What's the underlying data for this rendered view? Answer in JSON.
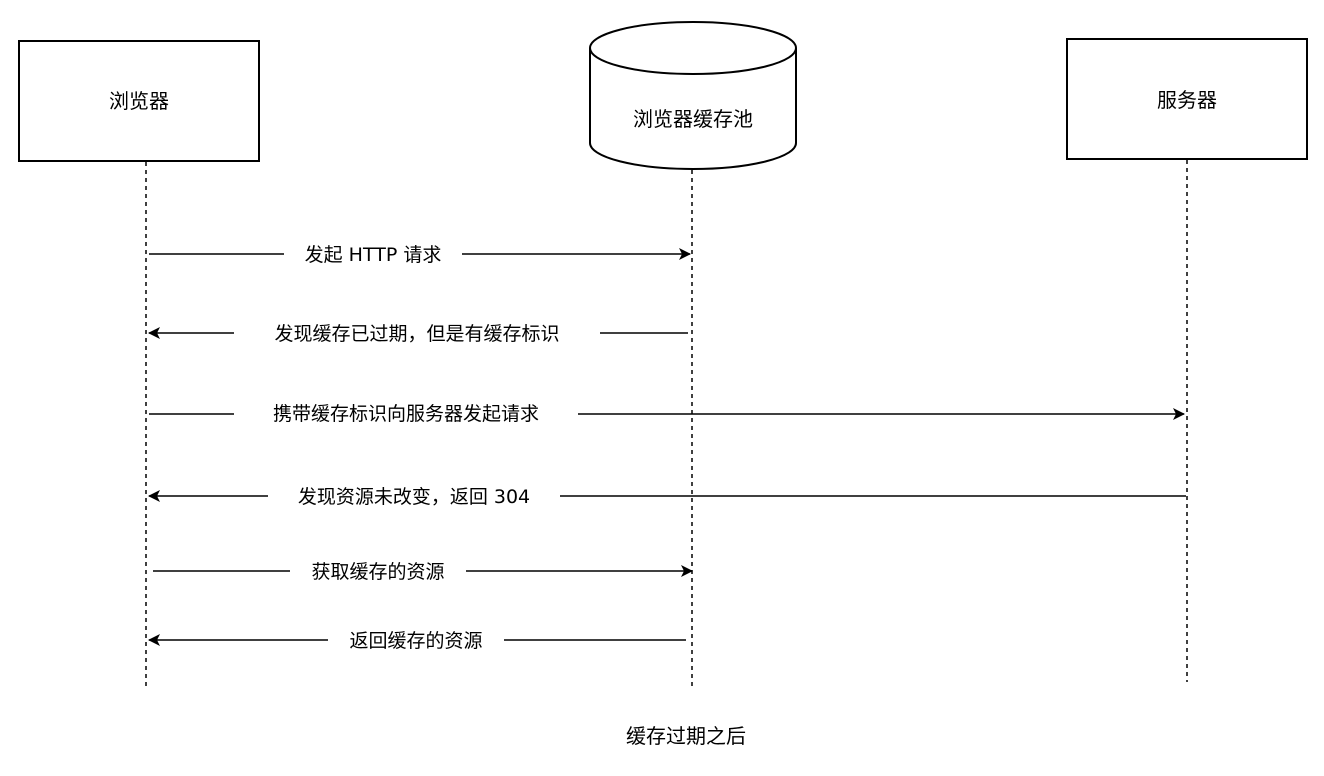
{
  "diagram": {
    "actors": [
      {
        "id": "browser",
        "label": "浏览器",
        "shape": "rectangle"
      },
      {
        "id": "cache",
        "label": "浏览器缓存池",
        "shape": "cylinder"
      },
      {
        "id": "server",
        "label": "服务器",
        "shape": "rectangle"
      }
    ],
    "messages": [
      {
        "from": "browser",
        "to": "cache",
        "label": "发起 HTTP 请求"
      },
      {
        "from": "cache",
        "to": "browser",
        "label": "发现缓存已过期，但是有缓存标识"
      },
      {
        "from": "browser",
        "to": "server",
        "label": "携带缓存标识向服务器发起请求"
      },
      {
        "from": "server",
        "to": "browser",
        "label": "发现资源未改变，返回 304"
      },
      {
        "from": "browser",
        "to": "cache",
        "label": "获取缓存的资源"
      },
      {
        "from": "cache",
        "to": "browser",
        "label": "返回缓存的资源"
      }
    ],
    "caption": "缓存过期之后",
    "colors": {
      "line": "#000000",
      "background": "#ffffff"
    }
  }
}
